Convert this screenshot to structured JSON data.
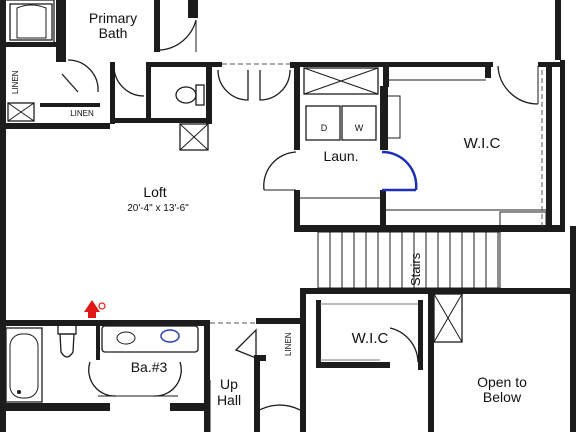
{
  "rooms": {
    "primary_bath": {
      "line1": "Primary",
      "line2": "Bath"
    },
    "loft": {
      "name": "Loft",
      "dims": "20'-4\" x 13'-6\""
    },
    "laundry": {
      "name": "Laun."
    },
    "wic_right": {
      "name": "W.I.C"
    },
    "wic_lower": {
      "name": "W.I.C"
    },
    "stairs": {
      "name": "Stairs"
    },
    "bath3": {
      "name": "Ba.#3"
    },
    "up_hall": {
      "line1": "Up",
      "line2": "Hall"
    },
    "open_below": {
      "line1": "Open to",
      "line2": "Below"
    }
  },
  "closets": {
    "linen_left": "LINEN",
    "linen_center": "LINEN",
    "linen_hall": "LINEN"
  },
  "appliances": {
    "dryer": "D",
    "washer": "W"
  },
  "symbols": {
    "smoke_detector": "smoke-detector-icon"
  },
  "colors": {
    "walls": "#1c1c1c",
    "door_accent": "#1f2fb8",
    "detector": "#e01818",
    "sink": "#2b3fb5"
  }
}
